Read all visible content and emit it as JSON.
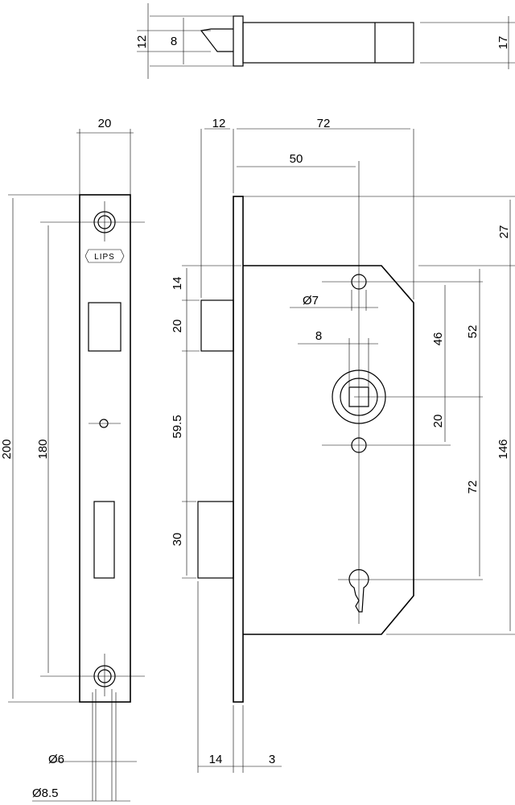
{
  "logo": {
    "text": "LIPS"
  },
  "dimensions": {
    "latch_height": "12",
    "latch_bevel": "8",
    "latch_total": "17",
    "faceplate_width": "20",
    "backset_offset": "12",
    "body_depth": "72",
    "backset": "50",
    "faceplate_length": "200",
    "screw_spacing": "180",
    "top_gap": "27",
    "latch_from_top": "14",
    "latch_hole_height": "20",
    "follower_diameter": "Ø7",
    "spindle_square": "8",
    "dist_46": "46",
    "dist_52": "52",
    "dist_20_lower": "20",
    "case_height": "146",
    "latch_to_bolt": "59.5",
    "follower_to_key": "72",
    "bolt_height": "30",
    "bolt_projection": "14",
    "faceplate_thickness": "3",
    "screw_diameter": "Ø6",
    "countersink_diameter": "Ø8.5"
  }
}
